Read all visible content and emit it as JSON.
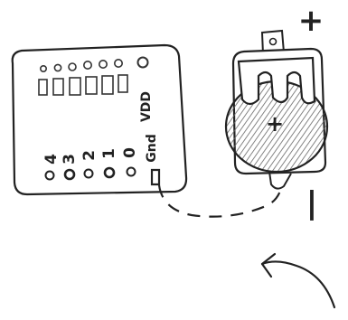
{
  "board": {
    "pins": [
      {
        "label": "4"
      },
      {
        "label": "3"
      },
      {
        "label": "2"
      },
      {
        "label": "1"
      },
      {
        "label": "0"
      }
    ],
    "gnd_label": "Gnd",
    "vdd_label": "VDD"
  },
  "battery": {
    "plus_outside": "+",
    "plus_on_cell": "+",
    "minus": "|"
  },
  "colors": {
    "ink": "#222222",
    "shade": "#888888",
    "paper": "#ffffff"
  }
}
